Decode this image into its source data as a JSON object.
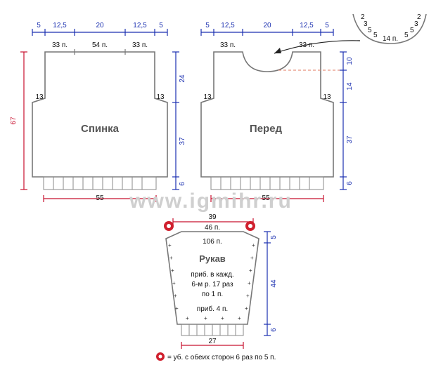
{
  "back": {
    "title": "Спинка",
    "top_widths": [
      "5",
      "12,5",
      "20",
      "12,5",
      "5"
    ],
    "shoulder_left": "33 п.",
    "neck": "54 п.",
    "shoulder_right": "33 п.",
    "armhole_left": "13",
    "armhole_right": "13",
    "height_total": "67",
    "height_armhole": "24",
    "height_body": "37",
    "height_rib": "6",
    "bottom_width": "55"
  },
  "front": {
    "title": "Перед",
    "top_widths": [
      "5",
      "12,5",
      "20",
      "12,5",
      "5"
    ],
    "shoulder_left": "33 п.",
    "shoulder_right": "33 п.",
    "armhole_left": "13",
    "armhole_right": "13",
    "height_neck": "10",
    "height_armhole": "14",
    "height_body": "37",
    "height_rib": "6",
    "bottom_width": "55"
  },
  "neck_detail": {
    "left_steps": [
      "2",
      "3",
      "5",
      "5"
    ],
    "center": "14 п.",
    "right_steps": [
      "5",
      "5",
      "3",
      "2"
    ]
  },
  "sleeve": {
    "title": "Рукав",
    "top_width": "39",
    "top_stitches": "46 п.",
    "stitches": "106 п.",
    "increase_1": "приб. в кажд.",
    "increase_2": "6-м р. 17 раз",
    "increase_3": "по 1 п.",
    "increase_4": "приб. 4 п.",
    "height_cap": "5",
    "height_body": "44",
    "height_rib": "6",
    "bottom_width": "27"
  },
  "watermark": "www.igmihr.ru",
  "legend": "= уб. с обеих сторон 6 раз по 5 п."
}
